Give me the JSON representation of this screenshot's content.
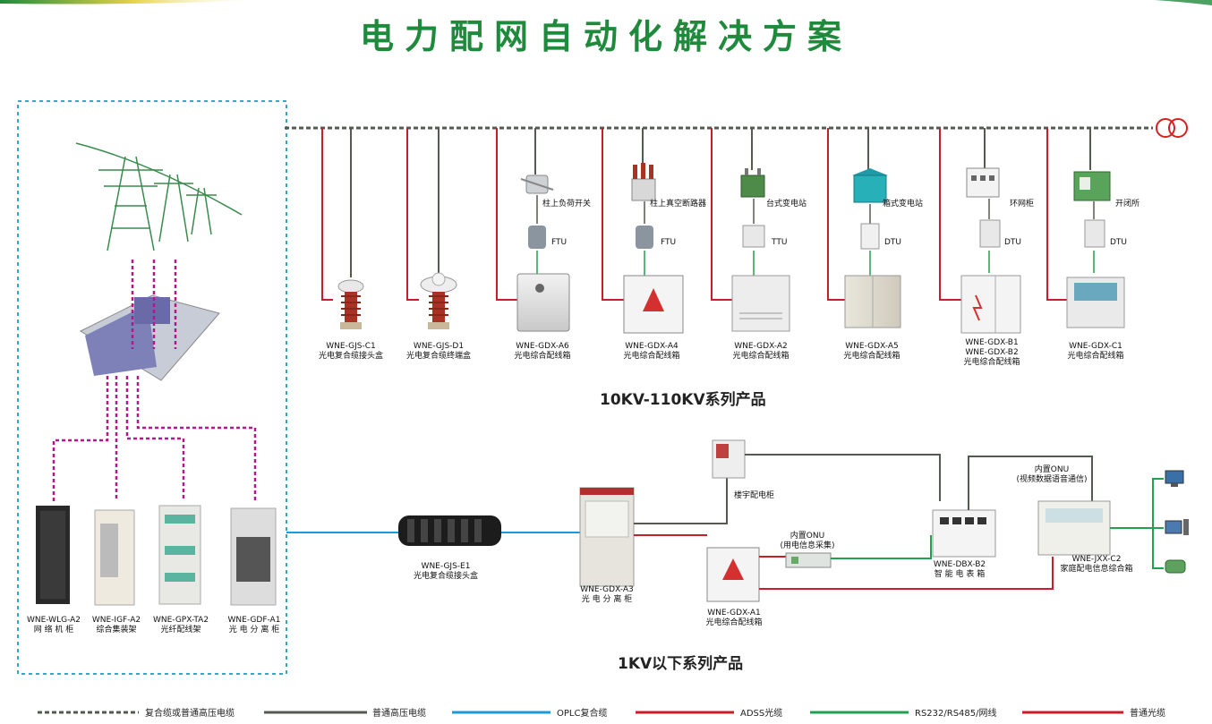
{
  "title": "电力配网自动化解决方案",
  "colors": {
    "brand_green": "#1f8a3c",
    "hv_cable": "#555a50",
    "opl_blue": "#1a9ad6",
    "adss_red": "#c81e2a",
    "rs_green": "#20a050",
    "purple_dash": "#b0188c",
    "frame_dash": "#35a8c8"
  },
  "section_hv": {
    "title": "10KV-110KV系列产品"
  },
  "section_lv": {
    "title": "1KV以下系列产品"
  },
  "hv_nodes": [
    {
      "id": "c1",
      "model": "WNE-GJS-C1",
      "name": "光电复合缆接头盒"
    },
    {
      "id": "d1",
      "model": "WNE-GJS-D1",
      "name": "光电复合缆终端盒"
    },
    {
      "id": "a6",
      "model": "WNE-GDX-A6",
      "name": "光电综合配线箱",
      "device": "柱上负荷开关",
      "terminal": "FTU"
    },
    {
      "id": "a4",
      "model": "WNE-GDX-A4",
      "name": "光电综合配线箱",
      "device": "柱上真空断路器",
      "terminal": "FTU"
    },
    {
      "id": "a2",
      "model": "WNE-GDX-A2",
      "name": "光电综合配线箱",
      "device": "台式变电站",
      "terminal": "TTU"
    },
    {
      "id": "a5",
      "model": "WNE-GDX-A5",
      "name": "光电综合配线箱",
      "device": "箱式变电站",
      "terminal": "DTU"
    },
    {
      "id": "b1",
      "model": "WNE-GDX-B1",
      "model2": "WNE-GDX-B2",
      "name": "光电综合配线箱",
      "device": "环网柜",
      "terminal": "DTU"
    },
    {
      "id": "gc1",
      "model": "WNE-GDX-C1",
      "name": "光电综合配线箱",
      "device": "开闭所",
      "terminal": "DTU"
    }
  ],
  "dc_nodes": [
    {
      "id": "wlg",
      "model": "WNE-WLG-A2",
      "name": "网 络 机 柜"
    },
    {
      "id": "igf",
      "model": "WNE-IGF-A2",
      "name": "综合集装架"
    },
    {
      "id": "gpx",
      "model": "WNE-GPX-TA2",
      "name": "光纤配线架"
    },
    {
      "id": "gdf",
      "model": "WNE-GDF-A1",
      "name": "光 电 分 离 柜"
    }
  ],
  "lv_nodes": {
    "e1": {
      "model": "WNE-GJS-E1",
      "name": "光电复合缆接头盒"
    },
    "a3": {
      "model": "WNE-GDX-A3",
      "name": "光 电 分 离 柜"
    },
    "building": {
      "name": "楼宇配电柜"
    },
    "a1": {
      "model": "WNE-GDX-A1",
      "name": "光电综合配线箱"
    },
    "onu1": {
      "name": "内置ONU",
      "sub": "(用电信息采集)"
    },
    "dbx": {
      "model": "WNE-DBX-B2",
      "name": "智 能 电 表 箱"
    },
    "onu2": {
      "name": "内置ONU",
      "sub": "(视频数据语音通信)"
    },
    "jxx": {
      "model": "WNE-JXX-C2",
      "name": "家庭配电信息综合箱"
    }
  },
  "legend": [
    {
      "label": "复合缆或普通高压电缆",
      "style": "dashed",
      "color": "#555a50"
    },
    {
      "label": "普通高压电缆",
      "style": "solid",
      "color": "#555a50"
    },
    {
      "label": "OPLC复合缆",
      "style": "solid",
      "color": "#1a9ad6"
    },
    {
      "label": "ADSS光缆",
      "style": "solid",
      "color": "#c81e2a"
    },
    {
      "label": "RS232/RS485/网线",
      "style": "solid",
      "color": "#20a050"
    },
    {
      "label": "普通光缆",
      "style": "solid",
      "color": "#c81e2a"
    }
  ]
}
